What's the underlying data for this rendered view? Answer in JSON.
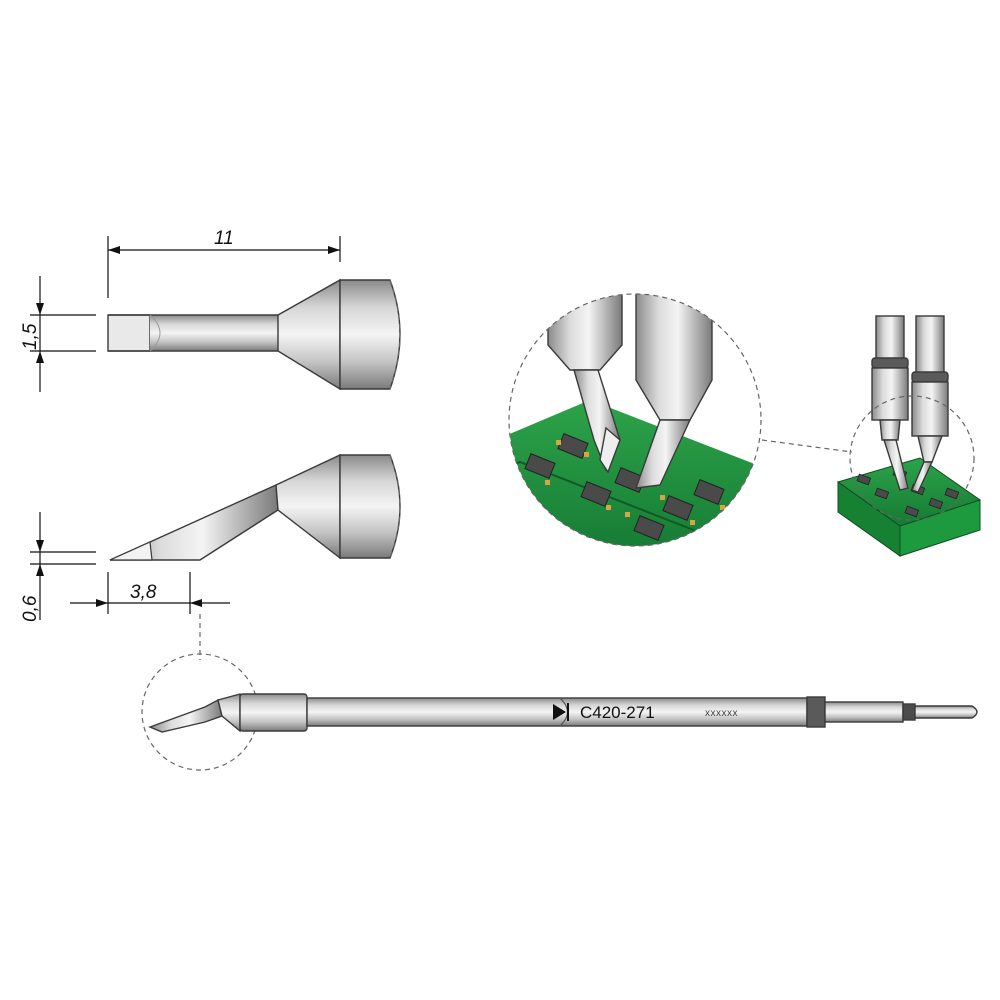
{
  "dimensions": {
    "length": "11",
    "height": "1,5",
    "tip_thickness": "0,6",
    "bend_length": "3,8"
  },
  "part": {
    "code": "C420-271",
    "serial": "xxxxxx"
  },
  "colors": {
    "metal_light": "#f2f2f2",
    "metal_mid": "#b4b4b4",
    "metal_dark": "#6e6e6e",
    "tin_face": "#e8e8e8",
    "pcb_green": "#1e8a3a",
    "pcb_dark": "#12602a",
    "pad_gold": "#d9a441",
    "component": "#4a4a4a",
    "line": "#111111",
    "dash": "#666666"
  },
  "icons": [
    "direction-arrow-icon"
  ]
}
